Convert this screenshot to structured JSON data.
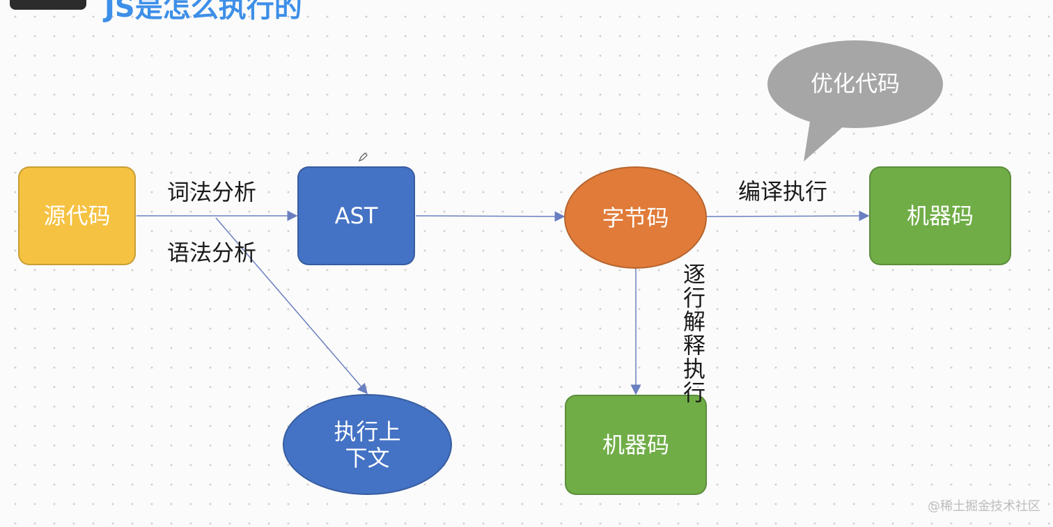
{
  "heading": {
    "text": "JS是怎么执行的"
  },
  "nodes": {
    "source_code": "源代码",
    "ast": "AST",
    "execution_context": "执行上\n下文",
    "bytecode": "字节码",
    "machine_code_top": "机器码",
    "machine_code_bottom": "机器码"
  },
  "callout": {
    "text": "优化代码"
  },
  "edge_labels": {
    "lexical_analysis": "词法分析",
    "syntax_analysis": "语法分析",
    "compile_execute": "编译执行",
    "line_interpret": "逐行解释执行"
  },
  "watermark": "@稀土掘金技术社区",
  "colors": {
    "source_code": "#f5c242",
    "ast": "#4472c4",
    "execution_context": "#4472c4",
    "bytecode": "#e07b39",
    "machine_code": "#70ad47",
    "callout": "#a6a6a6",
    "arrow": "#6a7fc1",
    "heading": "#3d8fe8"
  },
  "icons": {
    "pencil": "pencil-icon"
  }
}
